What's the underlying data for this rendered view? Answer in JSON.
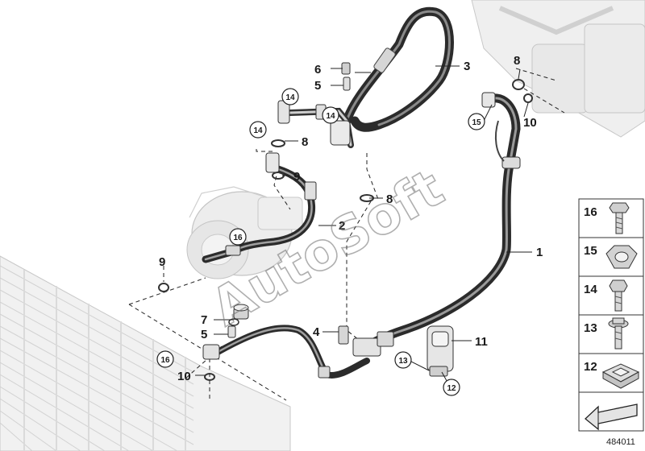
{
  "watermark": "AutoSoft",
  "diagram_number": "484011",
  "callouts": {
    "c1": "1",
    "c2": "2",
    "c3": "3",
    "c4": "4",
    "c5a": "5",
    "c5b": "5",
    "c6": "6",
    "c7": "7",
    "c8a": "8",
    "c8b": "8",
    "c8c": "8",
    "c9a": "9",
    "c9b": "9",
    "c10a": "10",
    "c10b": "10",
    "c11": "11",
    "c12": "12",
    "c13": "13",
    "c14a": "14",
    "c14b": "14",
    "c14c": "14",
    "c15": "15",
    "c16a": "16",
    "c16b": "16"
  },
  "parts_panel": [
    {
      "number": "16",
      "icon": "hex-flange-bolt"
    },
    {
      "number": "15",
      "icon": "hex-nut"
    },
    {
      "number": "14",
      "icon": "hex-bolt"
    },
    {
      "number": "13",
      "icon": "washer-bolt"
    },
    {
      "number": "12",
      "icon": "clip-nut"
    },
    {
      "number": "",
      "icon": "direction-arrow"
    }
  ]
}
